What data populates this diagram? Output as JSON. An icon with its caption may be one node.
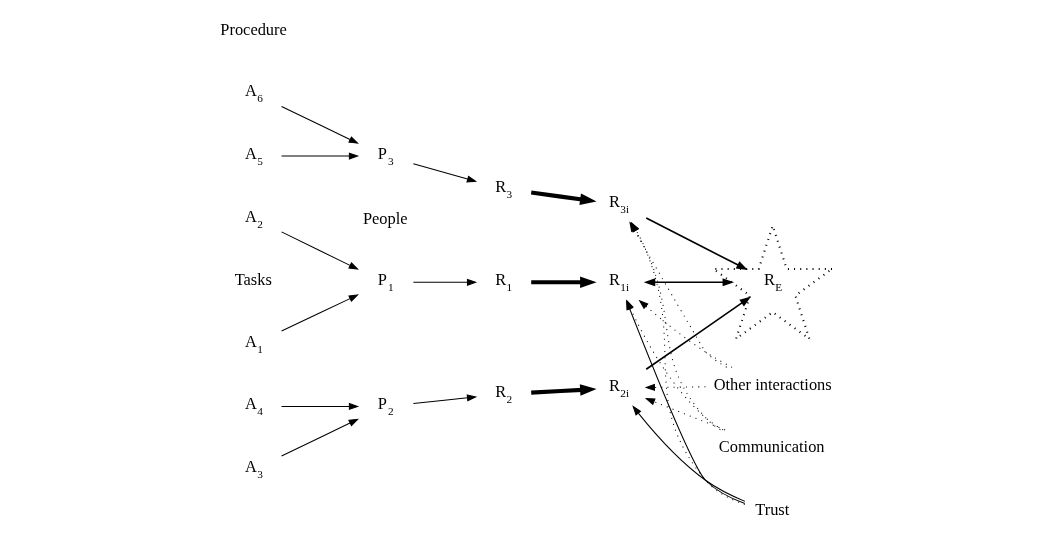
{
  "diagram": {
    "nodes": [
      {
        "text": [
          "A$_{1}$"
        ]
      },
      {
        "text": [
          "A$_{2}$"
        ]
      },
      {
        "text": [
          "A$_{3}$"
        ]
      },
      {
        "text": [
          "A$_{4}$"
        ]
      },
      {
        "text": [
          "A$_{5}$"
        ]
      },
      {
        "text": [
          "A$_{6}$"
        ]
      },
      {
        "text": [
          "P$_{1}$"
        ]
      },
      {
        "text": [
          "P$_{2}$"
        ]
      },
      {
        "text": [
          "P$_{3}$"
        ]
      },
      {
        "text": [
          "R$_{1}$"
        ]
      },
      {
        "text": [
          "R$_{2}$"
        ]
      },
      {
        "text": [
          "R$_{3}$"
        ]
      },
      {
        "text": [
          "R$_{1i}$"
        ]
      },
      {
        "text": [
          "R$_{2i}$"
        ]
      },
      {
        "text": [
          "R$_{3i}$"
        ]
      },
      {
        "text": [
          "Other interactions"
        ]
      },
      {
        "text": [
          "Communication"
        ]
      },
      {
        "text": [
          "Trust"
        ]
      },
      {
        "text": [
          "R$_{E}$"
        ]
      }
    ],
    "edges": [
      {
        "from": 0,
        "to": 6,
        "arrow": "to"
      },
      {
        "from": 1,
        "to": 6,
        "arrow": "to"
      },
      {
        "from": 2,
        "to": 7,
        "arrow": "to"
      },
      {
        "from": 3,
        "to": 7,
        "arrow": "to"
      },
      {
        "from": 4,
        "to": 8,
        "arrow": "to"
      },
      {
        "from": 5,
        "to": 8,
        "arrow": "to"
      },
      {
        "from": 6,
        "to": 9,
        "arrow": "to"
      },
      {
        "from": 7,
        "to": 10,
        "arrow": "to"
      },
      {
        "from": 8,
        "to": 11,
        "arrow": "to"
      },
      {
        "from": 9,
        "to": 12,
        "arrow": "to",
        "style": "thick"
      },
      {
        "from": 10,
        "to": 13,
        "arrow": "to",
        "style": "thick"
      },
      {
        "from": 11,
        "to": 14,
        "arrow": "to",
        "style": "thick"
      },
      {
        "from": 12,
        "to": 18,
        "arrow": "both"
      },
      {
        "from": 13,
        "to": 18,
        "arrow": "to"
      },
      {
        "from": 14,
        "to": 18,
        "arrow": "to"
      },
      {
        "from": 15,
        "to": 12,
        "arrow": "to",
        "style": "dashed"
      },
      {
        "from": 15,
        "to": 13,
        "arrow": "to",
        "style": "dashed"
      },
      {
        "from": 15,
        "to": 14,
        "arrow": "to",
        "style": "dashed"
      },
      {
        "from": 16,
        "to": 12,
        "arrow": "to",
        "style": "dashed"
      },
      {
        "from": 16,
        "to": 13,
        "arrow": "to",
        "style": "dashed"
      },
      {
        "from": 16,
        "to": 14,
        "arrow": "to",
        "style": "dashed"
      },
      {
        "from": 17,
        "to": 12,
        "arrow": "to"
      },
      {
        "from": 17,
        "to": 13,
        "arrow": "to"
      },
      {
        "from": 17,
        "to": 14,
        "arrow": "to",
        "style": "dashed"
      }
    ],
    "labels": [
      "Tasks",
      "People",
      "Procedure"
    ]
  }
}
